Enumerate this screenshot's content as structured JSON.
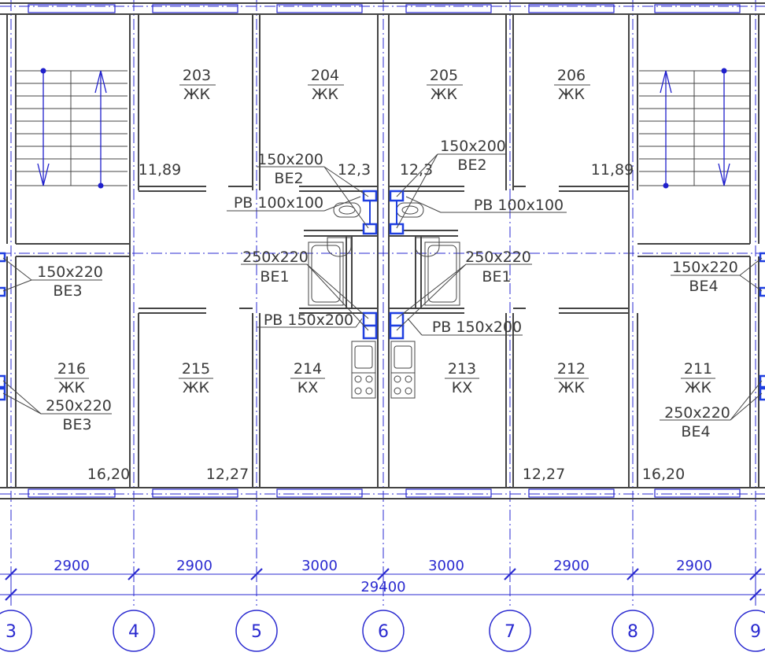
{
  "rooms": [
    {
      "id": "203",
      "use": "ЖК",
      "area": "11,89"
    },
    {
      "id": "204",
      "use": "ЖК",
      "area": "12,3"
    },
    {
      "id": "205",
      "use": "ЖК",
      "area": "12,3"
    },
    {
      "id": "206",
      "use": "ЖК",
      "area": "11,89"
    },
    {
      "id": "216",
      "use": "ЖК",
      "area": "16,20"
    },
    {
      "id": "215",
      "use": "ЖК",
      "area": "12,27"
    },
    {
      "id": "214",
      "use": "КХ",
      "area": ""
    },
    {
      "id": "213",
      "use": "КХ",
      "area": ""
    },
    {
      "id": "212",
      "use": "ЖК",
      "area": "12,27"
    },
    {
      "id": "211",
      "use": "ЖК",
      "area": "16,20"
    }
  ],
  "ducts": {
    "be2_left_size": "150x200",
    "be2_left_name": "ВЕ2",
    "be2_right_size": "150x200",
    "be2_right_name": "ВЕ2",
    "rv_upper_left": "РВ 100x100",
    "rv_upper_right": "РВ 100x100",
    "be1_left_size": "250x220",
    "be1_left_name": "ВЕ1",
    "be1_right_size": "250x220",
    "be1_right_name": "ВЕ1",
    "rv_lower_left": "РВ 150x200",
    "rv_lower_right": "РВ 150x200",
    "be3_top_size": "150x220",
    "be3_top_name": "ВЕ3",
    "be3_bottom_size": "250x220",
    "be3_bottom_name": "ВЕ3",
    "be4_top_size": "150x220",
    "be4_top_name": "ВЕ4",
    "be4_bottom_size": "250x220",
    "be4_bottom_name": "ВЕ4"
  },
  "dimensions": {
    "spans": [
      "2900",
      "2900",
      "3000",
      "3000",
      "2900",
      "2900"
    ],
    "total": "29400"
  },
  "axes": [
    "3",
    "4",
    "5",
    "6",
    "7",
    "8",
    "9"
  ],
  "colors": {
    "wall": "#444444",
    "blue": "#1f1fcc",
    "duct_fill": "#1f3fe0"
  }
}
